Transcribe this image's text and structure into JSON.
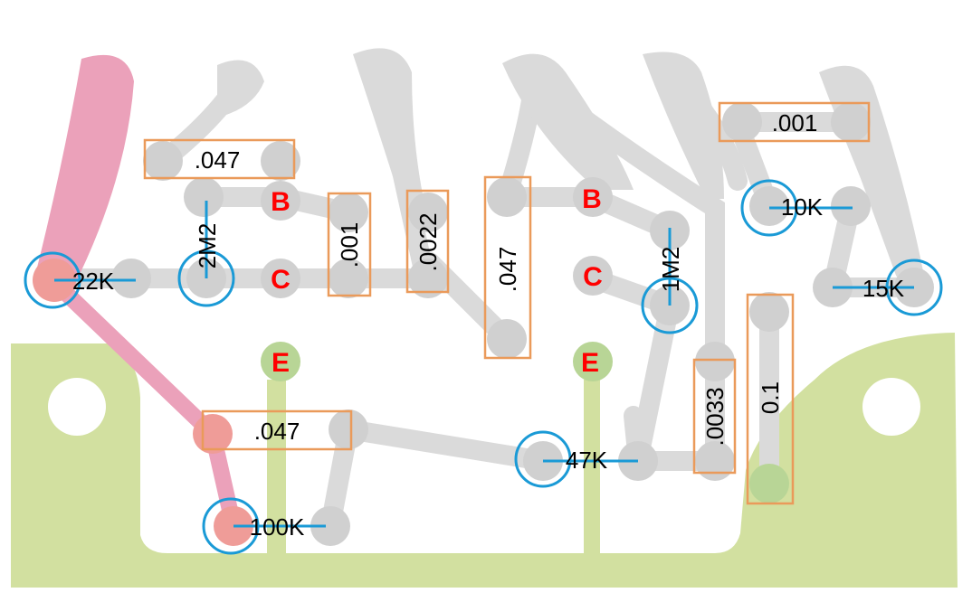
{
  "colors": {
    "trace": "#dadada",
    "pad": "#d0d0d0",
    "ground": "#d2e0a0",
    "ground_pad": "#b8d596",
    "red_trace": "#eba1ba",
    "red_pad": "#ef9c98",
    "cap_box": "#ea9a5a",
    "res_marker": "#1a9ad6",
    "pin_label": "#ff0000"
  },
  "capacitors": [
    {
      "id": "cap-047-top",
      "label": ".047"
    },
    {
      "id": "cap-001-left",
      "label": ".001"
    },
    {
      "id": "cap-0022",
      "label": ".0022"
    },
    {
      "id": "cap-047-mid",
      "label": ".047"
    },
    {
      "id": "cap-001-right",
      "label": ".001"
    },
    {
      "id": "cap-047-bottom",
      "label": ".047"
    },
    {
      "id": "cap-0033",
      "label": ".0033"
    },
    {
      "id": "cap-0-1",
      "label": "0.1"
    }
  ],
  "resistors": [
    {
      "id": "r-22k",
      "label": "22K"
    },
    {
      "id": "r-2m2",
      "label": "2M2"
    },
    {
      "id": "r-100k",
      "label": "100K"
    },
    {
      "id": "r-47k",
      "label": "47K"
    },
    {
      "id": "r-1m2",
      "label": "1M2"
    },
    {
      "id": "r-10k",
      "label": "10K"
    },
    {
      "id": "r-15k",
      "label": "15K"
    }
  ],
  "transistor_pins": {
    "left": {
      "b": "B",
      "c": "C",
      "e": "E"
    },
    "right": {
      "b": "B",
      "c": "C",
      "e": "E"
    }
  }
}
